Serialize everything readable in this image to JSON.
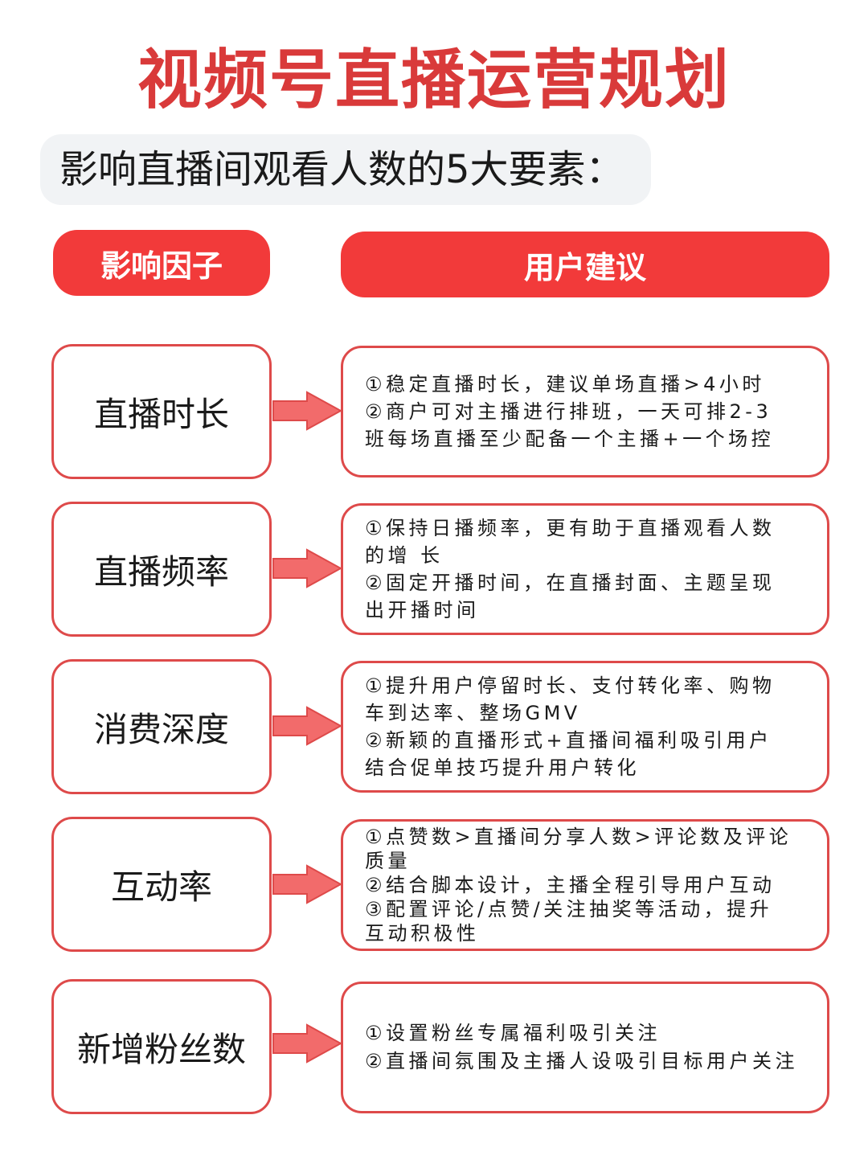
{
  "title": "视频号直播运营规划",
  "subtitle": "影响直播间观看人数的5大要素：",
  "headers": {
    "factor": "影响因子",
    "advice": "用户建议"
  },
  "colors": {
    "accent": "#f23a3a",
    "title": "#d93a3a",
    "border": "#de4a4a",
    "arrow": "#f26b6b"
  },
  "rows": [
    {
      "factor": "直播时长",
      "advice": [
        "①稳定直播时长，建议单场直播>4小时",
        "②商户可对主播进行排班，一天可排2-3",
        "班每场直播至少配备一个主播+一个场控"
      ]
    },
    {
      "factor": "直播频率",
      "advice": [
        "①保持日播频率，更有助于直播观看人数",
        "的增 长",
        "②固定开播时间，在直播封面、主题呈现",
        "出开播时间"
      ]
    },
    {
      "factor": "消费深度",
      "advice": [
        "①提升用户停留时长、支付转化率、购物",
        "车到达率、整场GMV",
        "②新颖的直播形式+直播间福利吸引用户",
        "结合促单技巧提升用户转化"
      ]
    },
    {
      "factor": "互动率",
      "advice": [
        "①点赞数>直播间分享人数>评论数及评论",
        "质量",
        "②结合脚本设计，主播全程引导用户互动",
        "③配置评论/点赞/关注抽奖等活动，提升",
        "互动积极性"
      ]
    },
    {
      "factor": "新增粉丝数",
      "advice": [
        "①设置粉丝专属福利吸引关注",
        "②直播间氛围及主播人设吸引目标用户关注"
      ]
    }
  ]
}
